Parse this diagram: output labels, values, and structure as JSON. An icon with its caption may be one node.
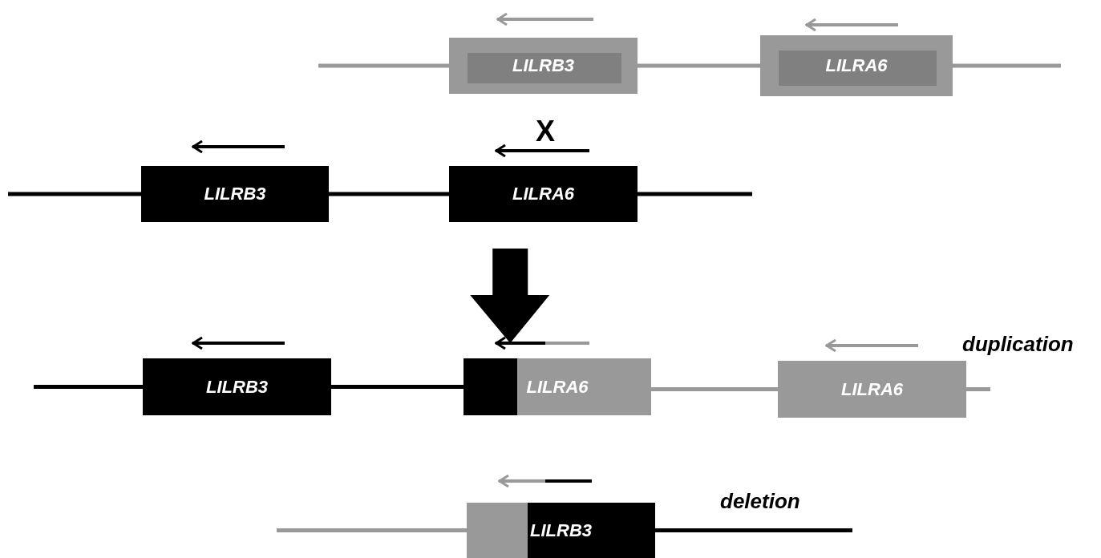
{
  "diagram": {
    "nodes": [
      {
        "text": [
          "LILRB3"
        ]
      },
      {
        "text": [
          "LILRA6"
        ]
      },
      {
        "text": [
          "LILRB3"
        ]
      },
      {
        "text": [
          "LILRA6"
        ]
      },
      {
        "text": [
          "LILRB3"
        ]
      },
      {
        "text": [
          "LILRA6"
        ]
      },
      {
        "text": [
          "LILRA6"
        ]
      },
      {
        "text": [
          "LILRB3"
        ]
      }
    ],
    "edges": [
      {
        "from": null,
        "to": 0,
        "arrow": "none",
        "color": "#999999"
      },
      {
        "from": 0,
        "to": 1,
        "arrow": "none",
        "color": "#999999"
      },
      {
        "from": 1,
        "to": null,
        "arrow": "none",
        "color": "#999999"
      },
      {
        "from": null,
        "to": 2,
        "arrow": "none",
        "color": "#000000"
      },
      {
        "from": 2,
        "to": 3,
        "arrow": "none",
        "color": "#000000"
      },
      {
        "from": 3,
        "to": null,
        "arrow": "none",
        "color": "#000000"
      },
      {
        "from": null,
        "to": 4,
        "arrow": "none",
        "color": "#000000"
      },
      {
        "from": 4,
        "to": 5,
        "arrow": "none",
        "color": "#000000"
      },
      {
        "from": 5,
        "to": 6,
        "arrow": "none",
        "color": "#999999"
      },
      {
        "from": 6,
        "to": null,
        "arrow": "none",
        "color": "#999999"
      },
      {
        "from": null,
        "to": 7,
        "arrow": "none",
        "color": "#999999"
      },
      {
        "from": 7,
        "to": null,
        "arrow": "none",
        "color": "#000000"
      },
      {
        "from": 3,
        "to": 5,
        "arrow": "to",
        "style": "thick",
        "color": "#000000"
      }
    ],
    "labels": [
      "X",
      "duplication",
      "deletion"
    ]
  }
}
